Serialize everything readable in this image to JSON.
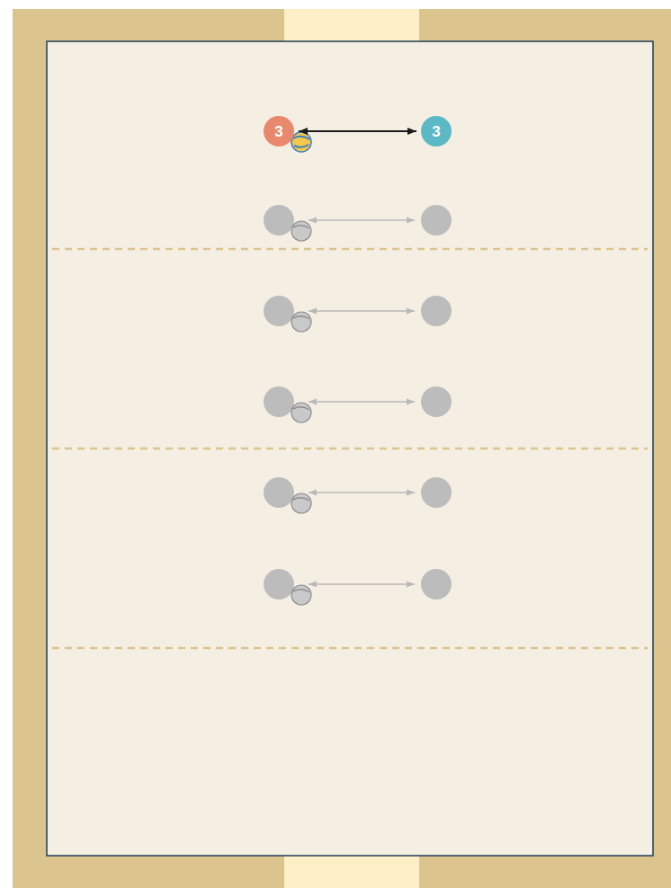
{
  "diagram": {
    "nodes": [
      {
        "text": [
          "3"
        ]
      },
      {
        "text": [
          "3"
        ]
      }
    ],
    "edges": [
      {
        "from": 0,
        "to": 1,
        "arrow": "both"
      }
    ]
  }
}
